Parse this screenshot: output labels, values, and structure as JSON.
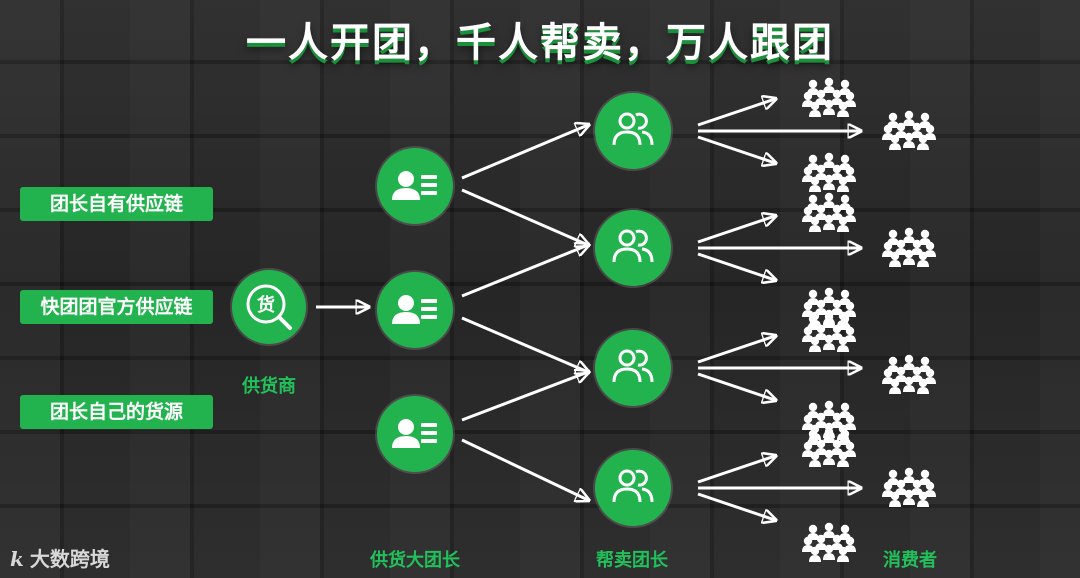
{
  "title": "一人开团，千人帮卖，万人跟团",
  "sources": [
    "团长自有供应链",
    "快团团官方供应链",
    "团长自己的货源"
  ],
  "supplier": {
    "icon_char": "货",
    "label": "供货商",
    "icon": "goods-search-icon"
  },
  "columns": {
    "distributor": "供货大团长",
    "helper": "帮卖团长",
    "consumer": "消费者"
  },
  "watermark": {
    "logo": "k",
    "text": "大数跨境"
  },
  "colors": {
    "accent": "#22b34f",
    "label": "#22c05a",
    "title_shadow": "#1b8f3a"
  }
}
